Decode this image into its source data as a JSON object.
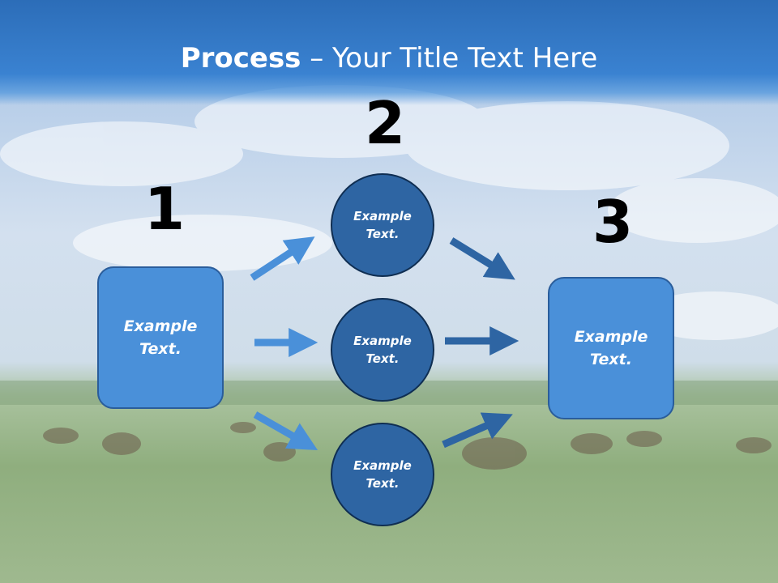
{
  "title": {
    "bold": "Process",
    "rest": " – Your Title Text Here"
  },
  "steps": {
    "one": "1",
    "two": "2",
    "three": "3"
  },
  "box_left": "Example Text.",
  "box_right": "Example Text.",
  "circles": [
    "Example Text.",
    "Example Text.",
    "Example Text."
  ],
  "colors": {
    "header": "#3a82d1",
    "box": "#4a90d9",
    "circle": "#2e65a3",
    "arrow_light": "#4a90d9",
    "arrow_dark": "#2e65a3"
  }
}
